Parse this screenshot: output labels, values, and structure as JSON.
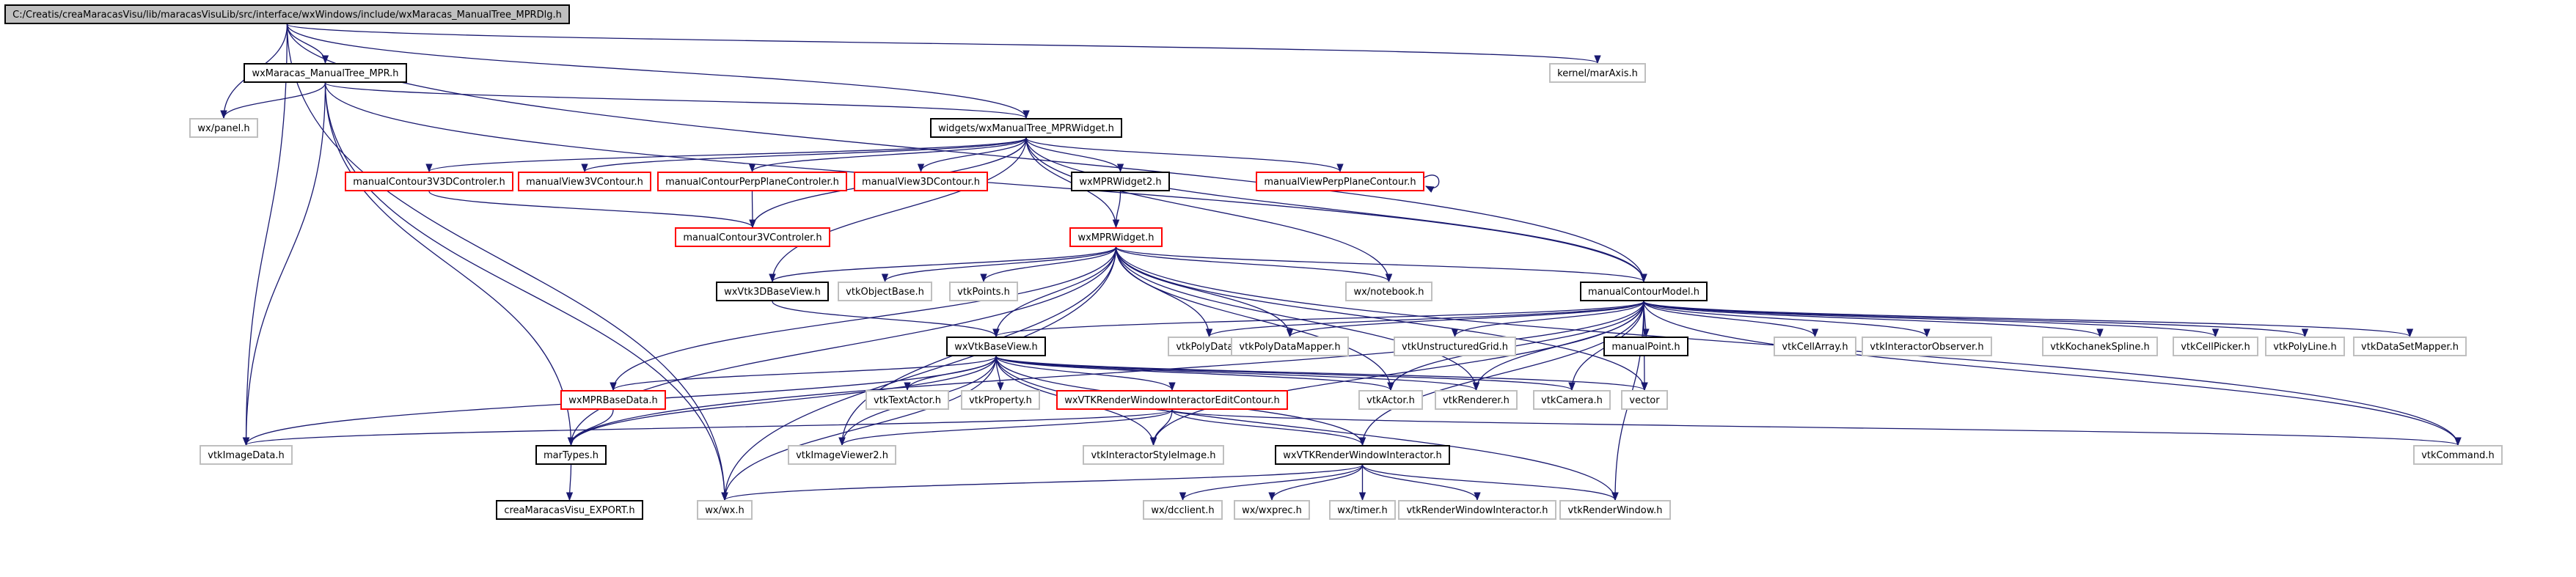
{
  "colors": {
    "edge": "#191970",
    "black_border": "#000000",
    "red_border": "#ff0000",
    "gray_border": "#bfbfbf",
    "root_fill": "#bfbfbf"
  },
  "nodes": {
    "root": "C:/Creatis/creaMaracasVisu/lib/maracasVisuLib/src/interface/wxWindows/include/wxMaracas_ManualTree_MPRDlg.h",
    "mpr": "wxMaracas_ManualTree_MPR.h",
    "marAxis": "kernel/marAxis.h",
    "panel": "wx/panel.h",
    "widgetsTree": "widgets/wxManualTree_MPRWidget.h",
    "mc3v3d": "manualContour3V3DControler.h",
    "mview3v": "manualView3VContour.h",
    "mcperp": "manualContourPerpPlaneControler.h",
    "mview3d": "manualView3DContour.h",
    "wxmpr2": "wxMPRWidget2.h",
    "mviewperp": "manualViewPerpPlaneContour.h",
    "mc3v": "manualContour3VControler.h",
    "wxmpr": "wxMPRWidget.h",
    "vtk3dbase": "wxVtk3DBaseView.h",
    "vtkObjectBase": "vtkObjectBase.h",
    "vtkPoints": "vtkPoints.h",
    "notebook": "wx/notebook.h",
    "mcmodel": "manualContourModel.h",
    "vtkbase": "wxVtkBaseView.h",
    "vtkPolyData": "vtkPolyData.h",
    "vtkPolyDataMapper": "vtkPolyDataMapper.h",
    "vtkUnstructuredGrid": "vtkUnstructuredGrid.h",
    "manualPoint": "manualPoint.h",
    "vtkCellArray": "vtkCellArray.h",
    "vtkInteractorObserver": "vtkInteractorObserver.h",
    "vtkKochanekSpline": "vtkKochanekSpline.h",
    "vtkCellPicker": "vtkCellPicker.h",
    "vtkPolyLine": "vtkPolyLine.h",
    "vtkDataSetMapper": "vtkDataSetMapper.h",
    "mprbasedata": "wxMPRBaseData.h",
    "vtkTextActor": "vtkTextActor.h",
    "vtkProperty": "vtkProperty.h",
    "wxvtkrwiec": "wxVTKRenderWindowInteractorEditContour.h",
    "vtkActor": "vtkActor.h",
    "vtkRenderer": "vtkRenderer.h",
    "vtkCamera": "vtkCamera.h",
    "vector": "vector",
    "vtkImageData": "vtkImageData.h",
    "marTypes": "marTypes.h",
    "vtkImageViewer2": "vtkImageViewer2.h",
    "vtkInteractorStyleImage": "vtkInteractorStyleImage.h",
    "wxvtkrwi": "wxVTKRenderWindowInteractor.h",
    "vtkCommand": "vtkCommand.h",
    "export": "creaMaracasVisu_EXPORT.h",
    "wxwx": "wx/wx.h",
    "dcclient": "wx/dcclient.h",
    "wxprec": "wx/wxprec.h",
    "timer": "wx/timer.h",
    "vtkRWI": "vtkRenderWindowInteractor.h",
    "vtkRW": "vtkRenderWindow.h"
  }
}
